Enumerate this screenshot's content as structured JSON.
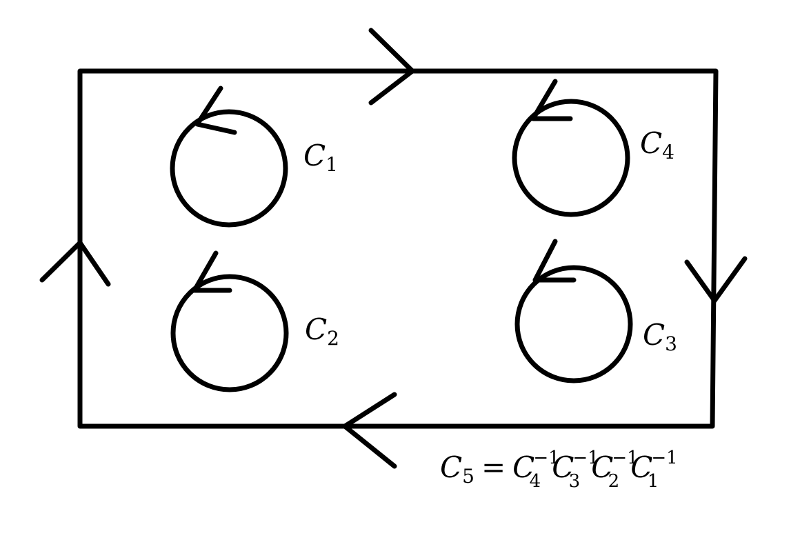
{
  "diagram": {
    "loops": [
      {
        "letter": "C",
        "index": "1"
      },
      {
        "letter": "C",
        "index": "2"
      },
      {
        "letter": "C",
        "index": "3"
      },
      {
        "letter": "C",
        "index": "4"
      }
    ],
    "relation": {
      "lhs_letter": "C",
      "lhs_index": "5",
      "equals": "=",
      "factors": [
        {
          "letter": "C",
          "index": "4",
          "exponent": "−1"
        },
        {
          "letter": "C",
          "index": "3",
          "exponent": "−1"
        },
        {
          "letter": "C",
          "index": "2",
          "exponent": "−1"
        },
        {
          "letter": "C",
          "index": "1",
          "exponent": "−1"
        }
      ]
    },
    "colors": {
      "stroke": "#000000",
      "background": "#ffffff"
    }
  }
}
